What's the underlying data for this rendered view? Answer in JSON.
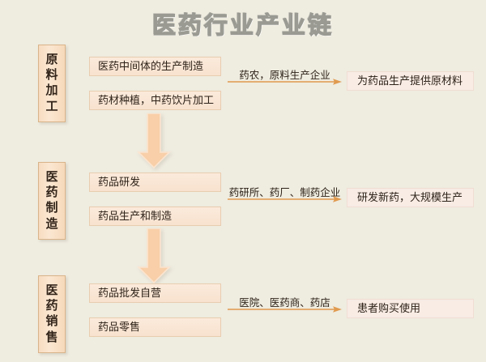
{
  "page": {
    "title": "医药行业产业链",
    "background_color": "#efece0",
    "accent_color": "#e8a159",
    "box_fill": "#f9e5d3",
    "result_fill": "#f8ece5"
  },
  "stages": [
    {
      "id": "raw-material-processing",
      "label": "原料加工",
      "chars": [
        "原",
        "料",
        "加",
        "工"
      ],
      "process_boxes": [
        {
          "text": "医药中间体的生产制造"
        },
        {
          "text": "药材种植，中药饮片加工"
        }
      ],
      "connector": {
        "label": "药农，原料生产企业",
        "icon": "arrow-right-icon"
      },
      "result_box": {
        "text": "为药品生产提供原材料"
      }
    },
    {
      "id": "pharmaceutical-manufacturing",
      "label": "医药制造",
      "chars": [
        "医",
        "药",
        "制",
        "造"
      ],
      "process_boxes": [
        {
          "text": "药品研发"
        },
        {
          "text": "药品生产和制造"
        }
      ],
      "connector": {
        "label": "药研所、药厂、制药企业",
        "icon": "arrow-right-icon"
      },
      "result_box": {
        "text": "研发新药，大规模生产"
      }
    },
    {
      "id": "pharmaceutical-sales",
      "label": "医药销售",
      "chars": [
        "医",
        "药",
        "销",
        "售"
      ],
      "process_boxes": [
        {
          "text": "药品批发自营"
        },
        {
          "text": "药品零售"
        }
      ],
      "connector": {
        "label": "医院、医药商、药店",
        "icon": "arrow-right-icon"
      },
      "result_box": {
        "text": "患者购买使用"
      }
    }
  ],
  "flow_arrows": [
    {
      "id": "flow-arrow-1",
      "icon": "arrow-down-icon",
      "from": "raw-material-processing",
      "to": "pharmaceutical-manufacturing"
    },
    {
      "id": "flow-arrow-2",
      "icon": "arrow-down-icon",
      "from": "pharmaceutical-manufacturing",
      "to": "pharmaceutical-sales"
    }
  ]
}
